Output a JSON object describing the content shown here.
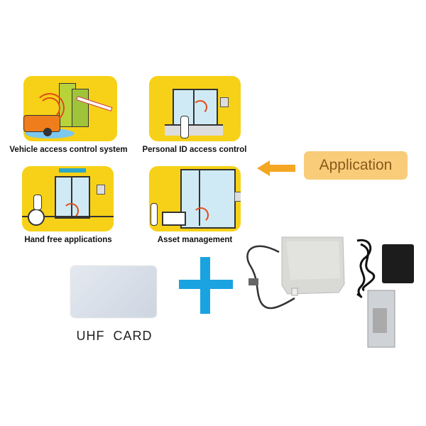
{
  "applications": [
    {
      "label": "Vehicle access control system",
      "icon": "vehicle-gate-icon"
    },
    {
      "label": "Personal ID access control",
      "icon": "door-person-icon"
    },
    {
      "label": "Hand free applications",
      "icon": "wheelchair-elevator-icon"
    },
    {
      "label": "Asset management",
      "icon": "cart-door-icon"
    }
  ],
  "callout": {
    "label": "Application",
    "icon": "arrow-left-icon"
  },
  "card": {
    "label": "UHF CARD"
  },
  "plus_icon": "plus-icon",
  "colors": {
    "panel": "#f7d117",
    "arrow": "#f5a623",
    "callout_bg": "#f9cc7a",
    "callout_text": "#8a5a1a",
    "plus": "#1aa3e0",
    "card": "#d6dde8"
  }
}
